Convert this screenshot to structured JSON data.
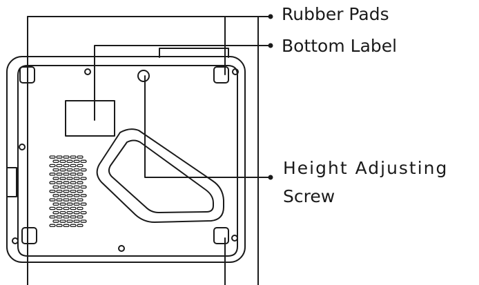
{
  "callouts": {
    "rubber_pads": "Rubber Pads",
    "bottom_label": "Bottom Label",
    "height_adjusting_line1": "Height Adjusting",
    "height_adjusting_line2": "Screw"
  },
  "colors": {
    "line": "#1a1a1a",
    "background": "#ffffff"
  }
}
